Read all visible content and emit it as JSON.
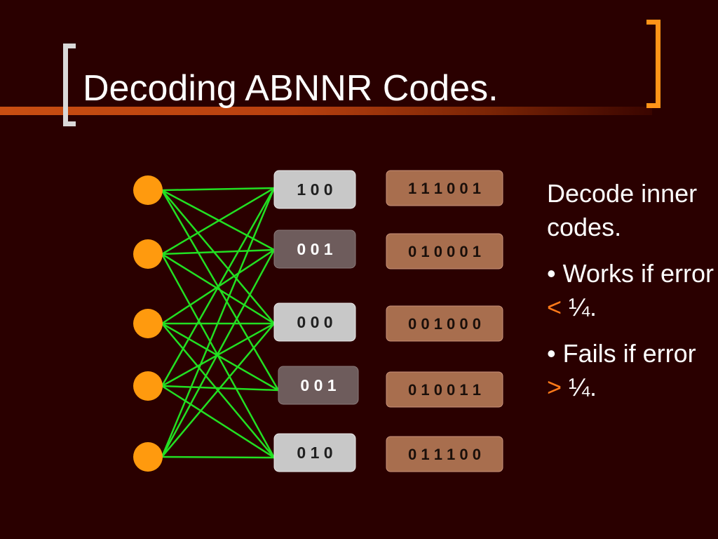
{
  "slide": {
    "title": "Decoding ABNNR Codes."
  },
  "diagram": {
    "nodes": 5,
    "inner_codes": [
      {
        "text": "1 0 0",
        "state": "light"
      },
      {
        "text": "0 0 1",
        "state": "dark"
      },
      {
        "text": "0 0 0",
        "state": "light"
      },
      {
        "text": "0 0 1",
        "state": "dark"
      },
      {
        "text": "0 1 0",
        "state": "light"
      }
    ],
    "outer_codes": [
      "1 1 1 0 0 1",
      "0 1 0 0 0 1",
      "0 0 1 0 0 0",
      "0 1 0 0 1 1",
      "0 1 1 1 0 0"
    ],
    "edges": [
      [
        0,
        0
      ],
      [
        0,
        1
      ],
      [
        0,
        2
      ],
      [
        0,
        3
      ],
      [
        1,
        0
      ],
      [
        1,
        1
      ],
      [
        1,
        2
      ],
      [
        1,
        4
      ],
      [
        2,
        1
      ],
      [
        2,
        2
      ],
      [
        2,
        3
      ],
      [
        2,
        4
      ],
      [
        3,
        0
      ],
      [
        3,
        2
      ],
      [
        3,
        3
      ],
      [
        3,
        4
      ],
      [
        4,
        0
      ],
      [
        4,
        1
      ],
      [
        4,
        2
      ],
      [
        4,
        4
      ]
    ]
  },
  "notes": {
    "line1": "Decode inner codes.",
    "bullet1_pre": "• Works if error ",
    "bullet1_op": "<",
    "bullet1_post": " ¼.",
    "bullet2_pre": "• Fails if error ",
    "bullet2_op": ">",
    "bullet2_post": " ¼."
  },
  "colors": {
    "background": "#2a0000",
    "node": "#ff9a0e",
    "edge": "#22e022",
    "light_box": "#c8c8c8",
    "dark_box": "#6e5c5c",
    "outer_box": "#a86e4e",
    "accent": "#ff7a1a"
  }
}
